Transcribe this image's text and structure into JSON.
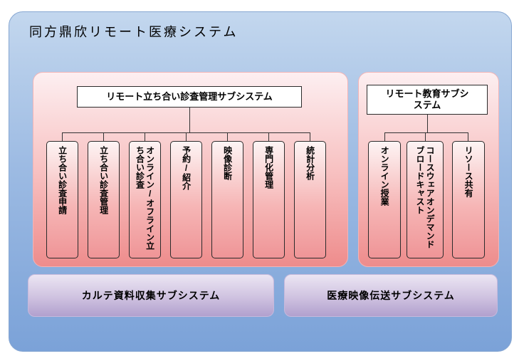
{
  "title": "同方鼎欣リモート医療システム",
  "panels": {
    "inspection": {
      "header": "リモート立ち合い診査管理サブシステム",
      "items": [
        "立ち合い診査申請",
        "立ち合い診査管理",
        "オンライン/オフライン立ち合い診査",
        "予約/紹介",
        "映像診断",
        "専門化管理",
        "統計分析"
      ]
    },
    "education": {
      "header": "リモート教育サブシステム",
      "items": [
        "オンライン授業",
        "コースウェアオンデマンドブロードキャスト",
        "リソース共有"
      ]
    }
  },
  "bottom": {
    "left": "カルテ資料収集サブシステム",
    "right": "医療映像伝送サブシステム"
  },
  "colors": {
    "outer_top": "#c3d7ee",
    "outer_bottom": "#7ba2d8",
    "panel_top": "#fdeff1",
    "panel_bottom": "#ee8c8c",
    "box_top": "#fdf4f4",
    "box_bottom": "#ef9597",
    "purple_top": "#ebe5f3",
    "purple_bottom": "#b1a0ce",
    "line": "#333333"
  }
}
